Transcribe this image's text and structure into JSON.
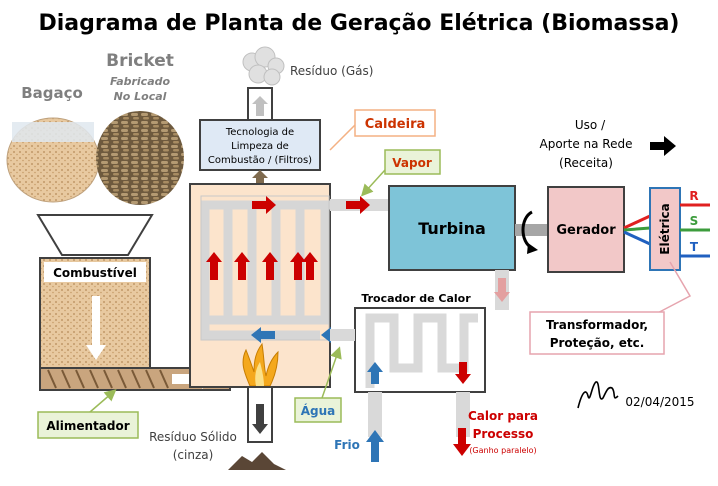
{
  "title": "Diagrama de Planta de Geração Elétrica (Biomassa)",
  "labels": {
    "bagaco": "Bagaço",
    "bricket": "Bricket",
    "bricket_sub1": "Fabricado",
    "bricket_sub2": "No Local",
    "residuo_gas": "Resíduo (Gás)",
    "tecnologia_1": "Tecnologia de",
    "tecnologia_2": "Limpeza de",
    "tecnologia_3": "Combustão / (Filtros)",
    "caldeira": "Caldeira",
    "vapor": "Vapor",
    "turbina": "Turbina",
    "gerador": "Gerador",
    "eletrica": "Elétrica",
    "uso_1": "Uso /",
    "uso_2": "Aporte na Rede",
    "uso_3": "(Receita)",
    "phase_r": "R",
    "phase_s": "S",
    "phase_t": "T",
    "combustivel": "Combustível",
    "trocador": "Trocador de Calor",
    "transformador_1": "Transformador,",
    "transformador_2": "Proteção, etc.",
    "alimentador": "Alimentador",
    "agua": "Água",
    "frio": "Frio",
    "residuo_solido_1": "Resíduo Sólido",
    "residuo_solido_2": "(cinza)",
    "calor_1": "Calor para",
    "calor_2": "Processo",
    "calor_3": "(Ganho paralelo)",
    "date": "02/04/2015"
  },
  "colors": {
    "boiler_fill": "#fce4cc",
    "pipe": "#d9d9d9",
    "arrow_red": "#cc0000",
    "arrow_blue": "#2e75b6",
    "turbine_fill": "#7ec4d8",
    "generator_fill": "#f2c8c8",
    "label_green_fill": "#eaf3d9",
    "label_green_border": "#9bbb59",
    "label_orange_border": "#f4b183",
    "label_pink_border": "#e6a4ae"
  }
}
